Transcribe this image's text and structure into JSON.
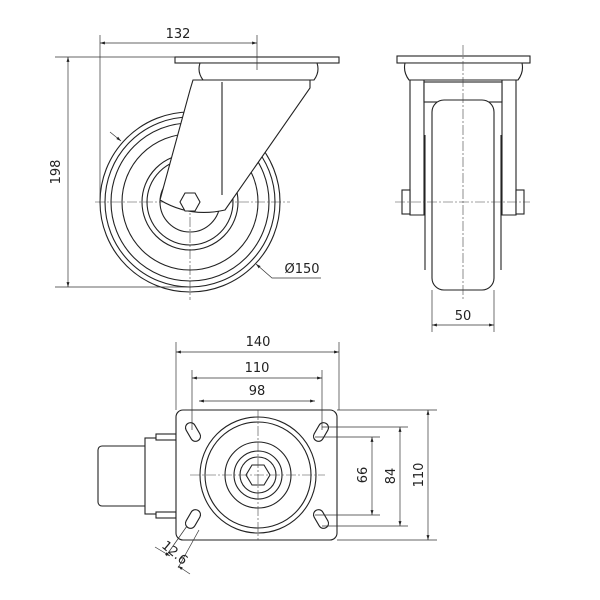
{
  "title": "Swivel castor technical drawing",
  "dimensions": {
    "offset": "132",
    "overall_height": "198",
    "wheel_diameter": "Ø150",
    "wheel_width": "50",
    "plate_length": "140",
    "hole_spacing_length": "110",
    "hole_spacing_length_inner": "98",
    "hole_spacing_width_inner": "66",
    "hole_spacing_width": "84",
    "plate_width": "110",
    "slot_width": "12.6"
  },
  "colors": {
    "line": "#222222",
    "background": "#ffffff"
  }
}
